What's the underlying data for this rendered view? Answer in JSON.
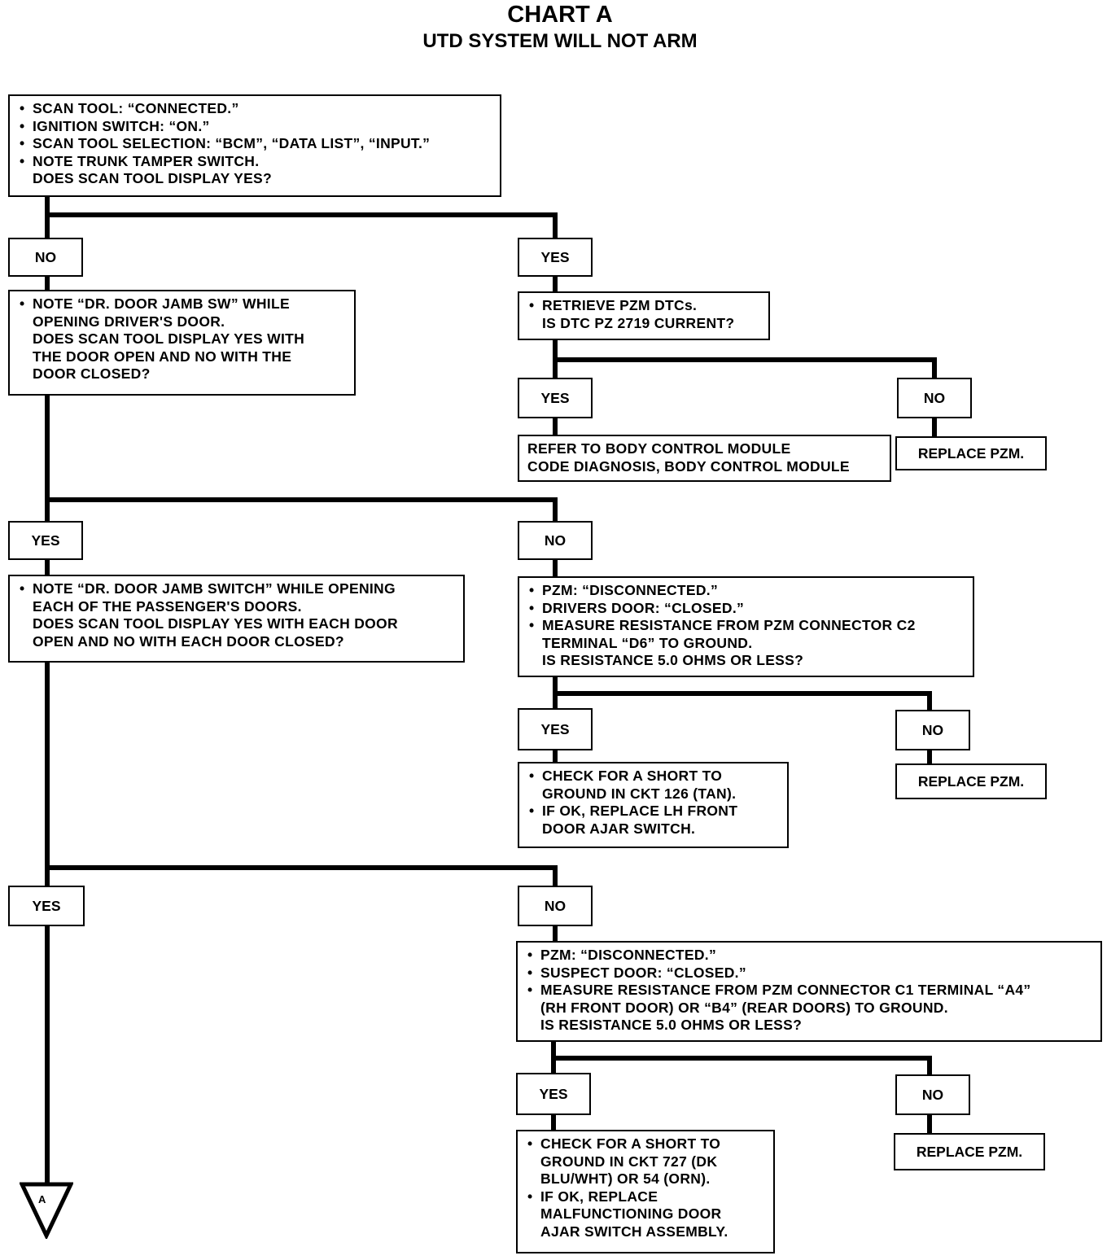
{
  "title": "CHART A",
  "subtitle": "UTD SYSTEM WILL NOT ARM",
  "step1": [
    "SCAN TOOL: “CONNECTED.”",
    "IGNITION SWITCH: “ON.”",
    "SCAN TOOL SELECTION: “BCM”, “DATA LIST”, “INPUT.”",
    "NOTE TRUNK TAMPER SWITCH.",
    "DOES SCAN TOOL DISPLAY YES?"
  ],
  "label_no": "NO",
  "label_yes": "YES",
  "step2_left": [
    "NOTE “DR. DOOR JAMB SW” WHILE",
    "OPENING DRIVER'S DOOR.",
    "DOES SCAN TOOL DISPLAY YES WITH",
    "THE DOOR OPEN AND NO WITH THE",
    "DOOR CLOSED?"
  ],
  "step2_right": [
    "RETRIEVE PZM DTCs.",
    "IS DTC PZ 2719 CURRENT?"
  ],
  "refer_bcm": [
    "REFER TO BODY CONTROL MODULE",
    "CODE DIAGNOSIS, BODY CONTROL MODULE"
  ],
  "replace_pzm": "REPLACE PZM.",
  "step3_left": [
    "NOTE “DR. DOOR JAMB SWITCH” WHILE OPENING",
    "EACH OF THE PASSENGER'S DOORS.",
    "DOES SCAN TOOL DISPLAY YES WITH EACH DOOR",
    "OPEN AND NO WITH EACH DOOR CLOSED?"
  ],
  "step3_right": [
    "PZM: “DISCONNECTED.”",
    "DRIVERS DOOR: “CLOSED.”",
    "MEASURE RESISTANCE FROM PZM CONNECTOR C2",
    "TERMINAL “D6” TO GROUND.",
    "IS RESISTANCE 5.0 OHMS OR LESS?"
  ],
  "check_ckt126": [
    "CHECK FOR A SHORT TO",
    "GROUND IN CKT 126 (TAN).",
    "IF OK, REPLACE LH FRONT",
    "DOOR AJAR SWITCH."
  ],
  "step4_right": [
    "PZM: “DISCONNECTED.”",
    "SUSPECT DOOR: “CLOSED.”",
    "MEASURE RESISTANCE FROM PZM CONNECTOR C1 TERMINAL “A4”",
    "(RH FRONT DOOR) OR “B4” (REAR DOORS) TO GROUND.",
    "IS RESISTANCE 5.0 OHMS OR LESS?"
  ],
  "check_ckt727": [
    "CHECK FOR A SHORT TO",
    "GROUND IN CKT 727 (DK",
    "BLU/WHT) OR 54 (ORN).",
    "IF OK, REPLACE",
    "MALFUNCTIONING DOOR",
    "AJAR SWITCH ASSEMBLY."
  ],
  "connector": "A"
}
